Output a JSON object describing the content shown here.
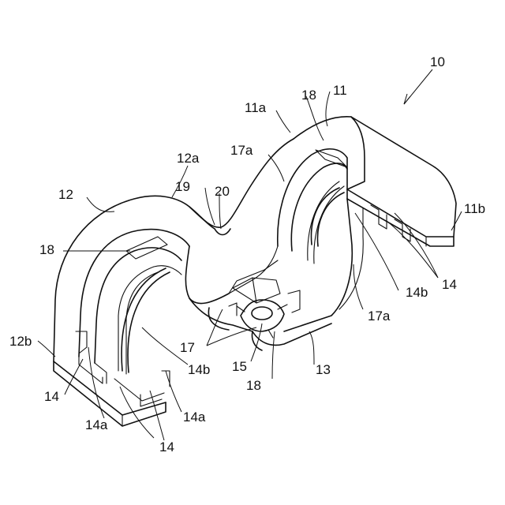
{
  "labels": {
    "l10": "10",
    "l11": "11",
    "l11a": "11a",
    "l11b": "11b",
    "l12": "12",
    "l12a": "12a",
    "l12b": "12b",
    "l13": "13",
    "l14_left": "14",
    "l14_bottom": "14",
    "l14_right": "14",
    "l14a_left": "14a",
    "l14a_right": "14a",
    "l14b_left": "14b",
    "l14b_right": "14b",
    "l15": "15",
    "l17": "17",
    "l17a_top": "17a",
    "l17a_right": "17a",
    "l18_top": "18",
    "l18_left": "18",
    "l18_bottom": "18",
    "l19": "19",
    "l20": "20"
  }
}
